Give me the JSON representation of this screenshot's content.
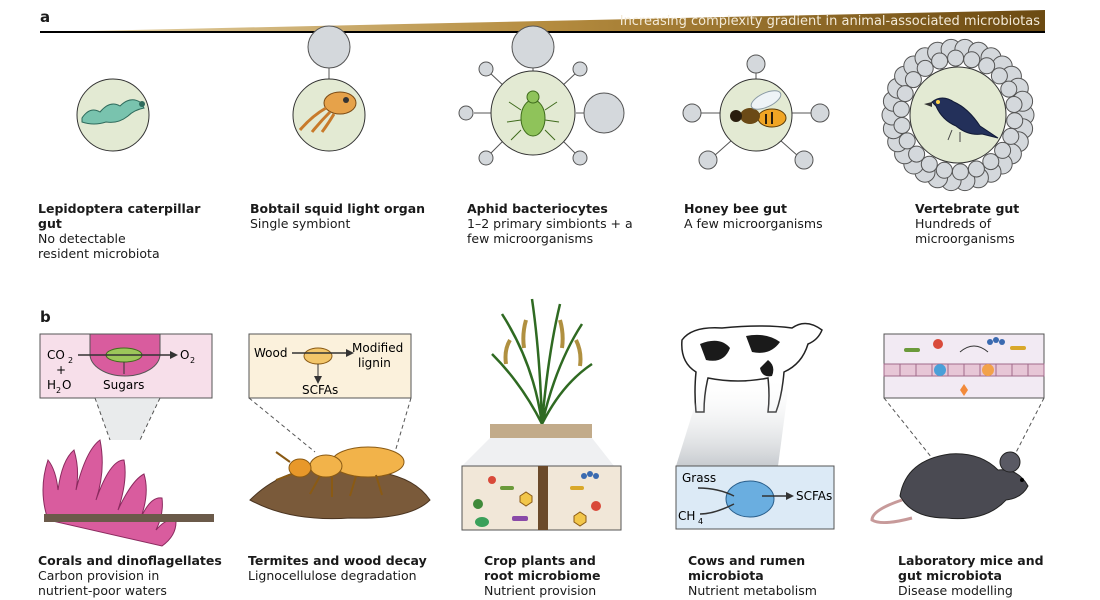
{
  "panel_a": {
    "letter": "a",
    "gradient_label": "Increasing complexity gradient in animal-associated microbiotas",
    "items": [
      {
        "title": "Lepidoptera caterpillar gut",
        "subtitle": "No detectable resident microbiota"
      },
      {
        "title": "Bobtail squid light organ",
        "subtitle": "Single symbiont"
      },
      {
        "title": "Aphid bacteriocytes",
        "subtitle": "1–2 primary simbionts + a few microorganisms"
      },
      {
        "title": "Honey bee gut",
        "subtitle": "A few microorganisms"
      },
      {
        "title": "Vertebrate gut",
        "subtitle": "Hundreds of microorganisms"
      }
    ]
  },
  "panel_b": {
    "letter": "b",
    "coral_inset": {
      "co2": "CO",
      "co2_sub": "2",
      "plus": "+",
      "h2o_h": "H",
      "h2o_sub": "2",
      "h2o_o": "O",
      "o2": "O",
      "o2_sub": "2",
      "sugars": "Sugars"
    },
    "termite_inset": {
      "wood": "Wood",
      "modified": "Modified",
      "lignin": "lignin",
      "scfas": "SCFAs"
    },
    "cow_inset": {
      "grass": "Grass",
      "ch4": "CH",
      "ch4_sub": "4",
      "scfas": "SCFAs"
    },
    "items": [
      {
        "title": "Corals and dinoflagellates",
        "subtitle": "Carbon provision in nutrient-poor waters"
      },
      {
        "title": "Termites and wood decay",
        "subtitle": "Lignocellulose degradation"
      },
      {
        "title": "Crop plants and root microbiome",
        "subtitle": "Nutrient provision"
      },
      {
        "title": "Cows and rumen microbiota",
        "subtitle": "Nutrient metabolism"
      },
      {
        "title": "Laboratory mice and gut microbiota",
        "subtitle": "Disease modelling"
      }
    ]
  },
  "colors": {
    "gradient": "#7a5a1e",
    "circle_fill": "#e3ead3",
    "satellite": "#d4d8dc",
    "coral": "#d95c9e"
  }
}
